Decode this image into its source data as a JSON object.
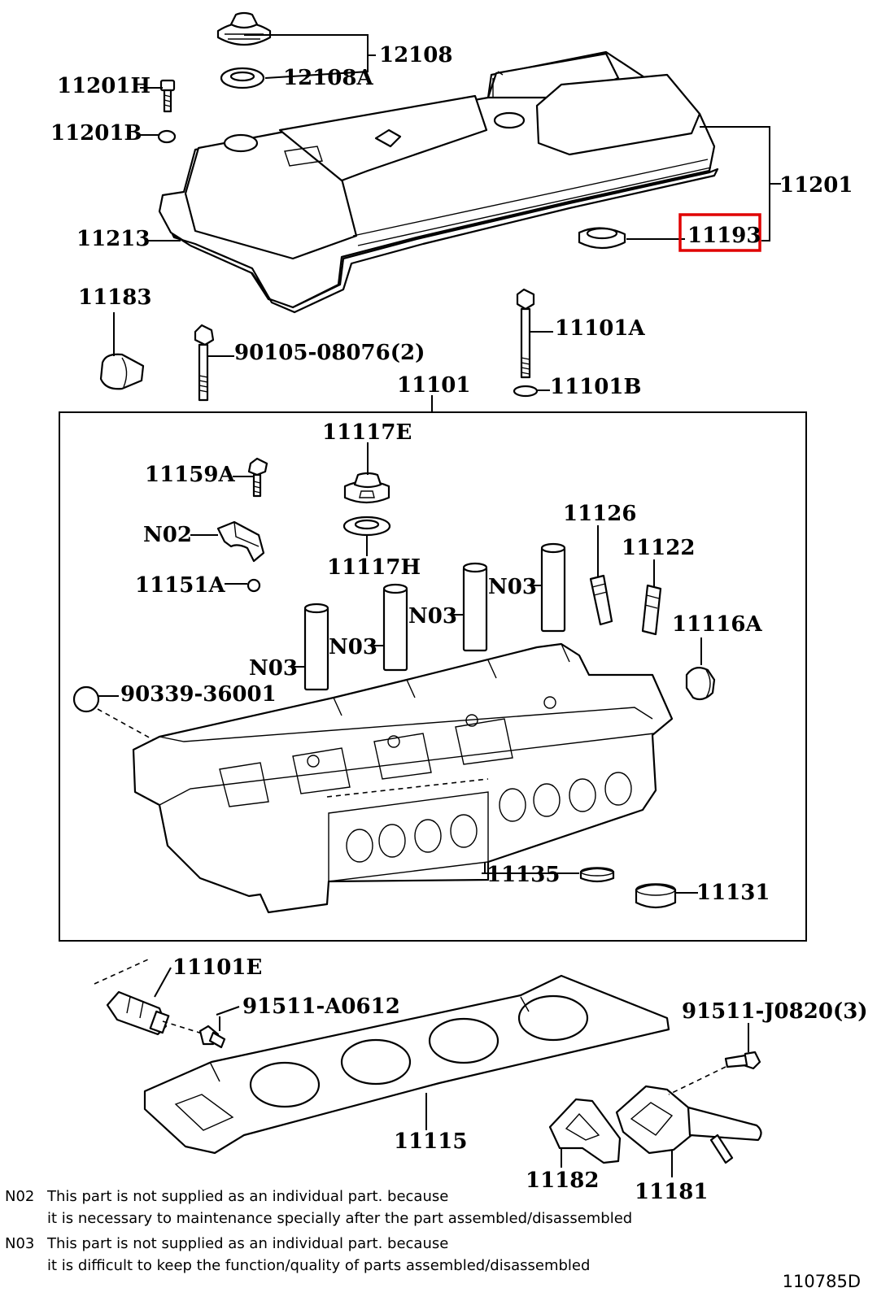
{
  "callouts": {
    "p12108": "12108",
    "p12108a": "12108A",
    "p11201h": "11201H",
    "p11201b": "11201B",
    "p11201": "11201",
    "p11213": "11213",
    "p11193": "11193",
    "p11183": "11183",
    "p90105": "90105-08076(2)",
    "p11101a": "11101A",
    "p11101b": "11101B",
    "p11101": "11101",
    "p11117e": "11117E",
    "p11159a": "11159A",
    "pN02": "N02",
    "p11117h": "11117H",
    "p11151a": "11151A",
    "p11126": "11126",
    "p11122": "11122",
    "pN03a": "N03",
    "pN03b": "N03",
    "pN03c": "N03",
    "pN03d": "N03",
    "p11116a": "11116A",
    "p90339": "90339-36001",
    "p11135": "11135",
    "p11131": "11131",
    "p11101e": "11101E",
    "p91511a": "91511-A0612",
    "p91511j": "91511-J0820(3)",
    "p11115": "11115",
    "p11182": "11182",
    "p11181": "11181"
  },
  "highlight": {
    "part": "11193",
    "color": "#e00000"
  },
  "notes": [
    {
      "code": "N02",
      "line1": "This part is not supplied as an individual part.    because",
      "line2": "it is necessary to maintenance specially after the part assembled/disassembled"
    },
    {
      "code": "N03",
      "line1": "This part is not supplied as an individual part.    because",
      "line2": "it is difficult to keep the function/quality of parts assembled/disassembled"
    }
  ],
  "diagram_ref": "110785D"
}
